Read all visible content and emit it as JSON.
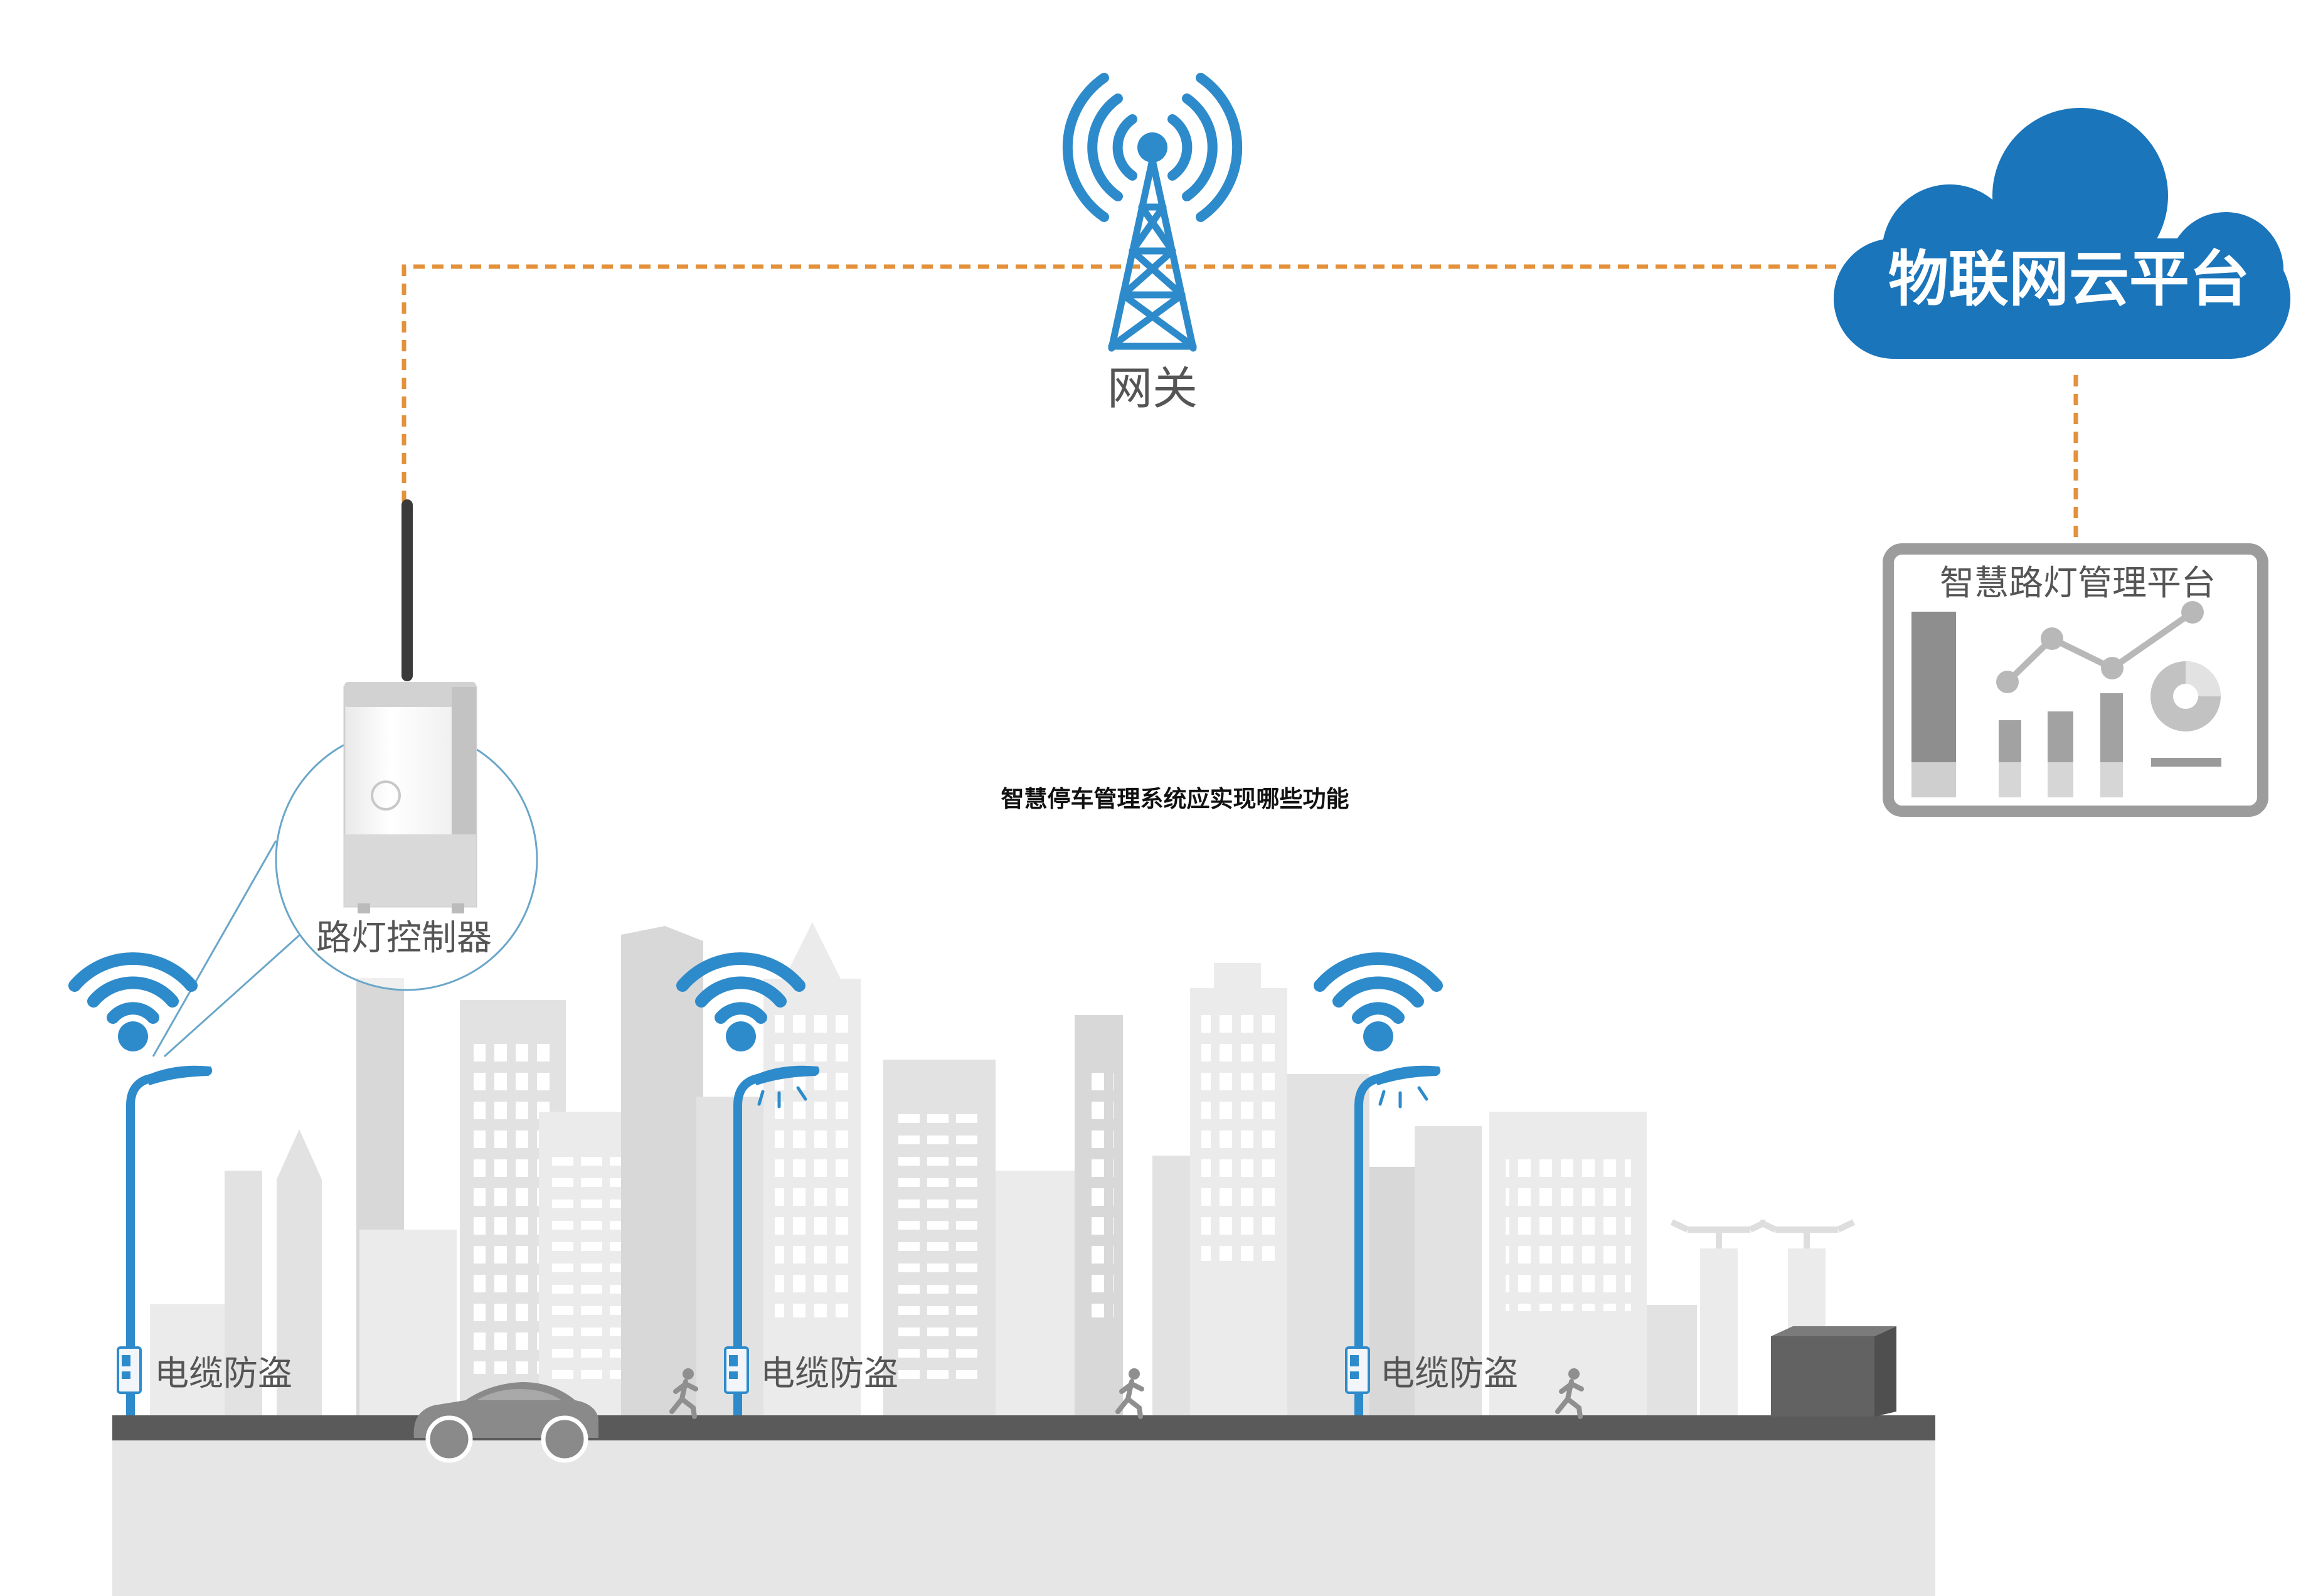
{
  "gateway": {
    "label": "网关"
  },
  "cloud": {
    "label": "物联网云平台"
  },
  "dashboard": {
    "title": "智慧路灯管理平台"
  },
  "controller": {
    "label": "路灯控制器"
  },
  "center_title": "智慧停车管理系统应实现哪些功能",
  "streetlights": [
    {
      "label": "电缆防盗"
    },
    {
      "label": "电缆防盗"
    },
    {
      "label": "电缆防盗"
    }
  ],
  "colors": {
    "brand_blue": "#1b75bb",
    "icon_blue": "#2e8bcb",
    "link_orange": "#e3913a",
    "text_gray": "#555555"
  }
}
